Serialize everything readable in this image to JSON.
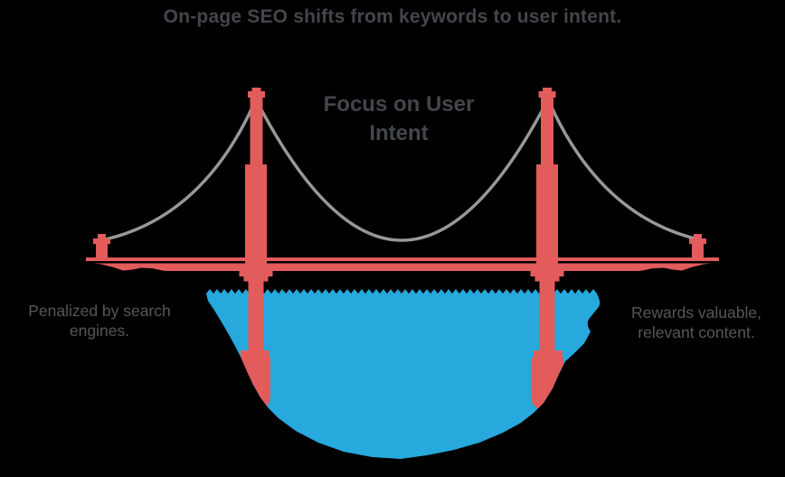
{
  "title": "On-page SEO shifts from keywords to user intent.",
  "labels": {
    "center": {
      "line1": "Focus on User",
      "line2": "Intent"
    },
    "left": {
      "line1": "Penalized by search",
      "line2": "engines."
    },
    "right": {
      "line1": "Rewards valuable,",
      "line2": "relevant content."
    }
  },
  "illustration": {
    "subject": "suspension-bridge-over-water",
    "parts": [
      "main cable",
      "side cables",
      "two towers",
      "deck",
      "anchor pylons",
      "piers with footings",
      "water basin with wavy surface",
      "shorelines"
    ]
  },
  "colors": {
    "background": "#000000",
    "bridge_red": "#E25C5C",
    "water_blue": "#27A9DD",
    "cable_gray": "#989898",
    "heading_text": "#43464B",
    "label_text": "#55575B"
  }
}
